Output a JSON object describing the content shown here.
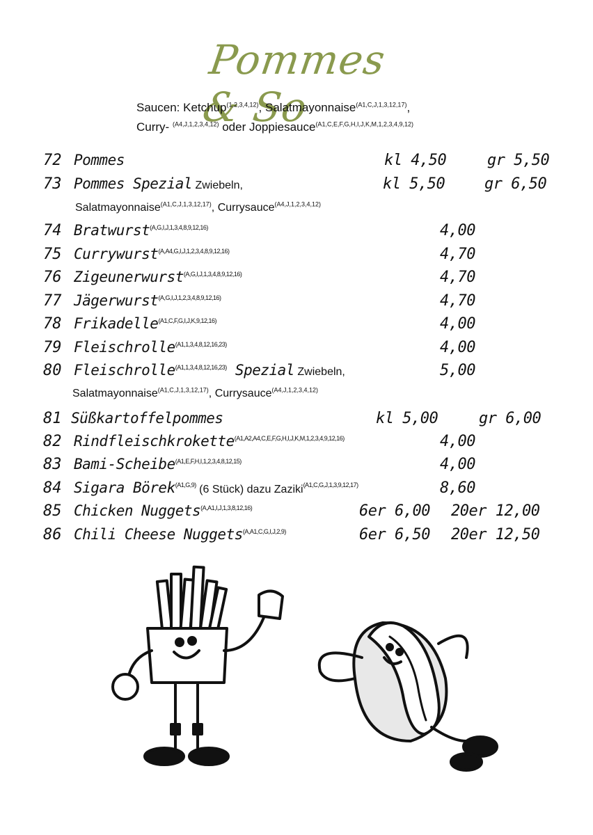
{
  "title": "Pommes & So",
  "sauces": {
    "prefix": "Saucen: ",
    "ketchup": "Ketchup",
    "ketchup_code": "(1,2,3,4,12)",
    "mayo": ", Salatmayonnaise",
    "mayo_code": "(A1,C,J,1,3,12,17)",
    "comma": ",",
    "curry": "Curry- ",
    "curry_code": "(A4,J,1,2,3,4,12)",
    "joppie": " oder Joppiesauce",
    "joppie_code": "(A1,C,E,F,G,H,I,J,K,M,1,2,3,4,9,12)"
  },
  "items": [
    {
      "num": "72",
      "name": "Pommes",
      "code": "",
      "p1": "kl 4,50",
      "p2": "gr 5,50"
    },
    {
      "num": "73",
      "name": "Pommes Spezial",
      "desc": " Zwiebeln,",
      "p1": "kl 5,50",
      "p2": "gr 6,50",
      "sub": {
        "mayo": "Salatmayonnaise",
        "mayo_code": "(A1,C,J,1,3,12,17)",
        "curry": ", Currysauce",
        "curry_code": "(A4,J,1,2,3,4,12)"
      }
    },
    {
      "num": "74",
      "name": "Bratwurst",
      "code": "(A,G,I,J,1,3,4,8,9,12,16)",
      "price": "4,00"
    },
    {
      "num": "75",
      "name": "Currywurst",
      "code": "(A,A4,G,I,J,1,2,3,4,8,9,12,16)",
      "price": "4,70"
    },
    {
      "num": "76",
      "name": "Zigeunerwurst",
      "code": "(A,G,I,J,1,3,4,8,9,12,16)",
      "price": "4,70"
    },
    {
      "num": "77",
      "name": "Jägerwurst",
      "code": "(A,G,I,J,1,2,3,4,8,9,12,16)",
      "price": "4,70"
    },
    {
      "num": "78",
      "name": "Frikadelle",
      "code": "(A1,C,F,G,I,J,K,9,12,16)",
      "price": "4,00"
    },
    {
      "num": "79",
      "name": "Fleischrolle",
      "code": "(A1,1,3,4,8,12,16,23)",
      "price": "4,00"
    },
    {
      "num": "80",
      "name": "Fleischrolle",
      "code": "(A1,1,3,4,8,12,16,23)",
      "name2": " Spezial",
      "desc": " Zwiebeln,",
      "price": "5,00",
      "sub": {
        "mayo": "Salatmayonnaise",
        "mayo_code": "(A1,C,J,1,3,12,17)",
        "curry": ", Currysauce",
        "curry_code": "(A4,J,1,2,3,4,12)"
      }
    },
    {
      "num": "81",
      "name": "Süßkartoffelpommes",
      "p1": "kl 5,00",
      "p2": "gr 6,00"
    },
    {
      "num": "82",
      "name": "Rindfleischkrokette",
      "code": "(A1,A2,A4,C,E,F,G,H,I,J,K,M,1,2,3,4,9,12,16)",
      "price": "4,00"
    },
    {
      "num": "83",
      "name": "Bami-Scheibe",
      "code": "(A1,E,F,H,I,1,2,3,4,8,12,15)",
      "price": "4,00"
    },
    {
      "num": "84",
      "name": "Sigara Börek",
      "code": "(A1,G,9)",
      "desc": " (6 Stück) dazu Zaziki",
      "desc_code": "(A1,C,G,J,1,3,9,12,17)",
      "price": "8,60"
    },
    {
      "num": "85",
      "name": "Chicken Nuggets",
      "code": "(A,A1,I,J,1,3,8,12,16)",
      "p1": "6er 6,00",
      "p2": "20er 12,00"
    },
    {
      "num": "86",
      "name": "Chili Cheese Nuggets",
      "code": "(A,A1,C,G,I,J,2,9)",
      "p1": "6er 6,50",
      "p2": "20er 12,50"
    }
  ],
  "art": {
    "left": "fries-mascot-illustration",
    "right": "hotdog-mascot-illustration"
  }
}
